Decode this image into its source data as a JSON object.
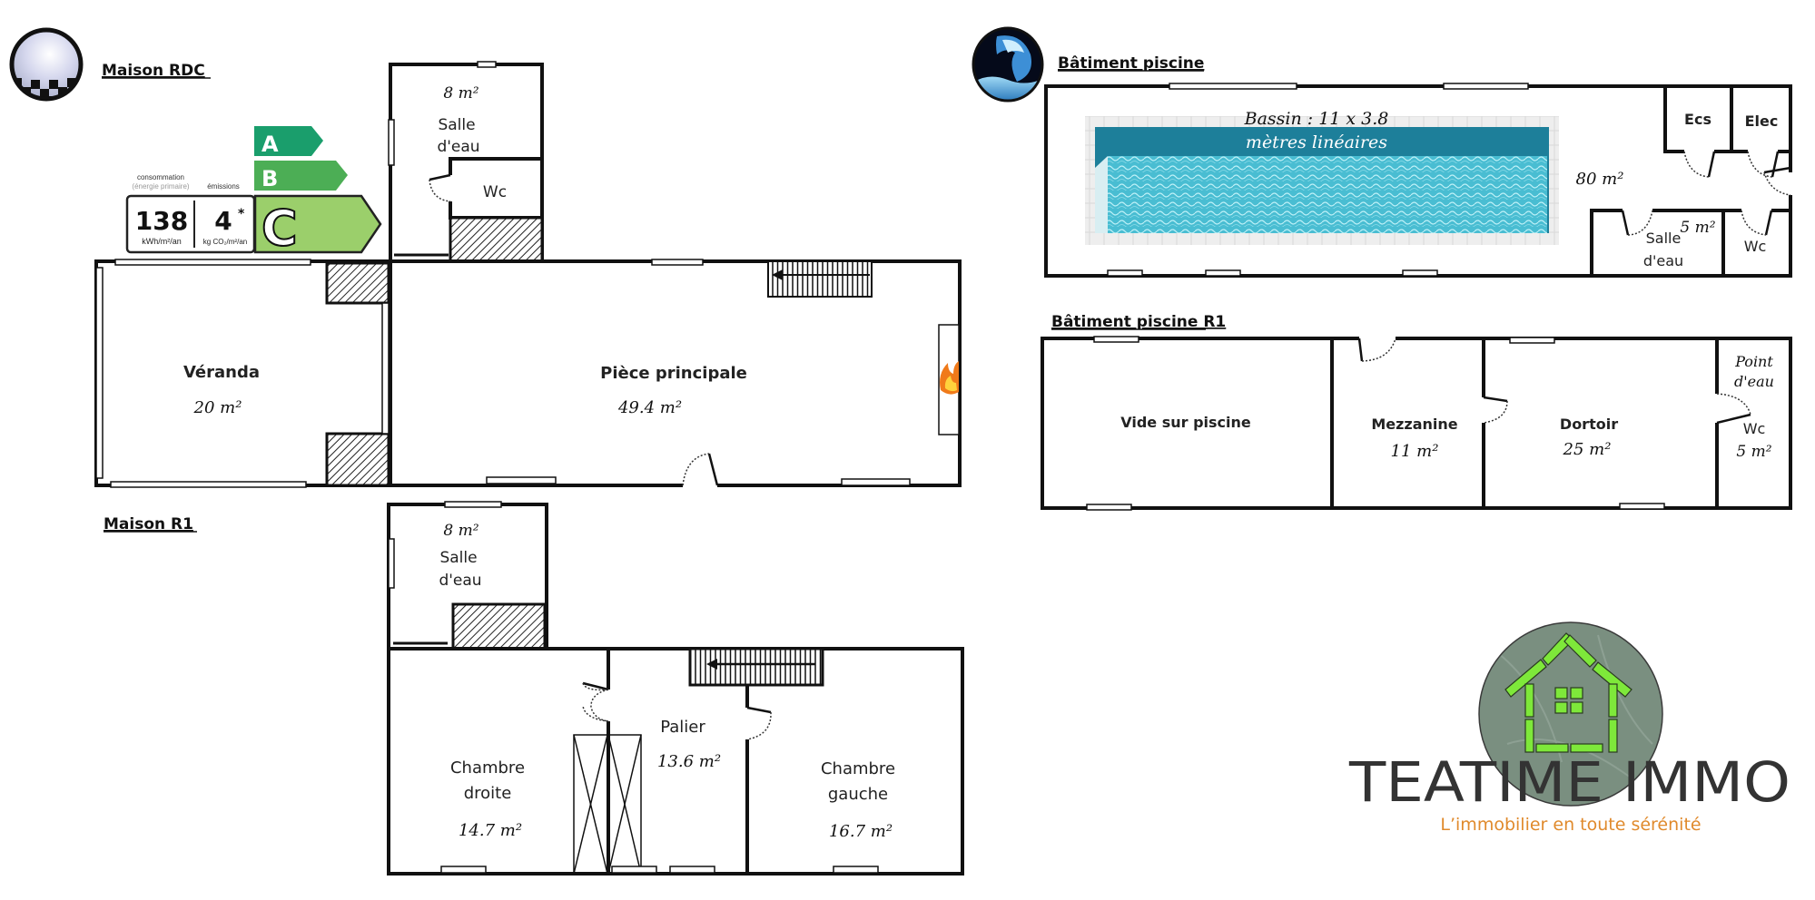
{
  "maison_rdc": {
    "heading": "Maison RDC",
    "logo_icon": "crystal-ball-checkered-icon",
    "rooms": {
      "salle_eau": {
        "name_line1": "Salle",
        "name_line2": "d'eau",
        "area": "8 m²"
      },
      "wc": {
        "name": "Wc"
      },
      "veranda": {
        "name": "Véranda",
        "area": "20 m²"
      },
      "piece_principale": {
        "name": "Pièce principale",
        "area": "49.4 m²"
      }
    },
    "fireplace_icon": "fire-icon",
    "stairs_icon": "stairs-arrow-left-icon"
  },
  "dpe": {
    "consumption_label": "consommation",
    "consumption_sublabel": "(énergie primaire)",
    "emissions_label": "émissions",
    "consumption_value": "138",
    "consumption_unit": "kWh/m²/an",
    "emissions_value": "4",
    "emissions_star": "*",
    "emissions_unit": "kg CO₂/m²/an",
    "classes": [
      {
        "letter": "A",
        "color": "#1a9e6c"
      },
      {
        "letter": "B",
        "color": "#4cae55"
      },
      {
        "letter": "C",
        "color": "#9bcf6b"
      }
    ],
    "current_class": "C"
  },
  "maison_r1": {
    "heading": "Maison R1",
    "rooms": {
      "salle_eau": {
        "name_line1": "Salle",
        "name_line2": "d'eau",
        "area": "8 m²"
      },
      "chambre_droite": {
        "name_line1": "Chambre",
        "name_line2": "droite",
        "area": "14.7 m²"
      },
      "palier": {
        "name": "Palier",
        "area": "13.6 m²"
      },
      "chambre_gauche": {
        "name_line1": "Chambre",
        "name_line2": "gauche",
        "area": "16.7 m²"
      }
    }
  },
  "batiment_piscine": {
    "heading": "Bâtiment piscine",
    "logo_icon": "ocean-wave-icon",
    "pool": {
      "line1": "Bassin : 11 x 3.8",
      "line2": "mètres linéaires",
      "water_color": "#3fb6cc",
      "deep_color": "#1d7f9a"
    },
    "main_area": "80 m²",
    "rooms": {
      "ecs": {
        "name": "Ecs"
      },
      "elec": {
        "name": "Elec"
      },
      "salle_eau": {
        "name_line1": "Salle",
        "name_line2": "d'eau",
        "area": "5 m²"
      },
      "wc": {
        "name": "Wc"
      }
    }
  },
  "batiment_piscine_r1": {
    "heading": "Bâtiment piscine R1",
    "rooms": {
      "vide": {
        "name": "Vide sur piscine"
      },
      "mezzanine": {
        "name": "Mezzanine",
        "area": "11 m²"
      },
      "dortoir": {
        "name": "Dortoir",
        "area": "25 m²"
      },
      "point_eau": {
        "line1": "Point",
        "line2": "d'eau",
        "name": "Wc",
        "area": "5 m²"
      }
    }
  },
  "brand": {
    "name": "TEATIME IMMO",
    "tagline": "L’immobilier en toute sérénité",
    "circle_color": "#7a8f80",
    "house_color": "#7ee83a",
    "name_color": "#333333",
    "tagline_color": "#e08a2c",
    "logo_icon": "bamboo-house-icon"
  }
}
